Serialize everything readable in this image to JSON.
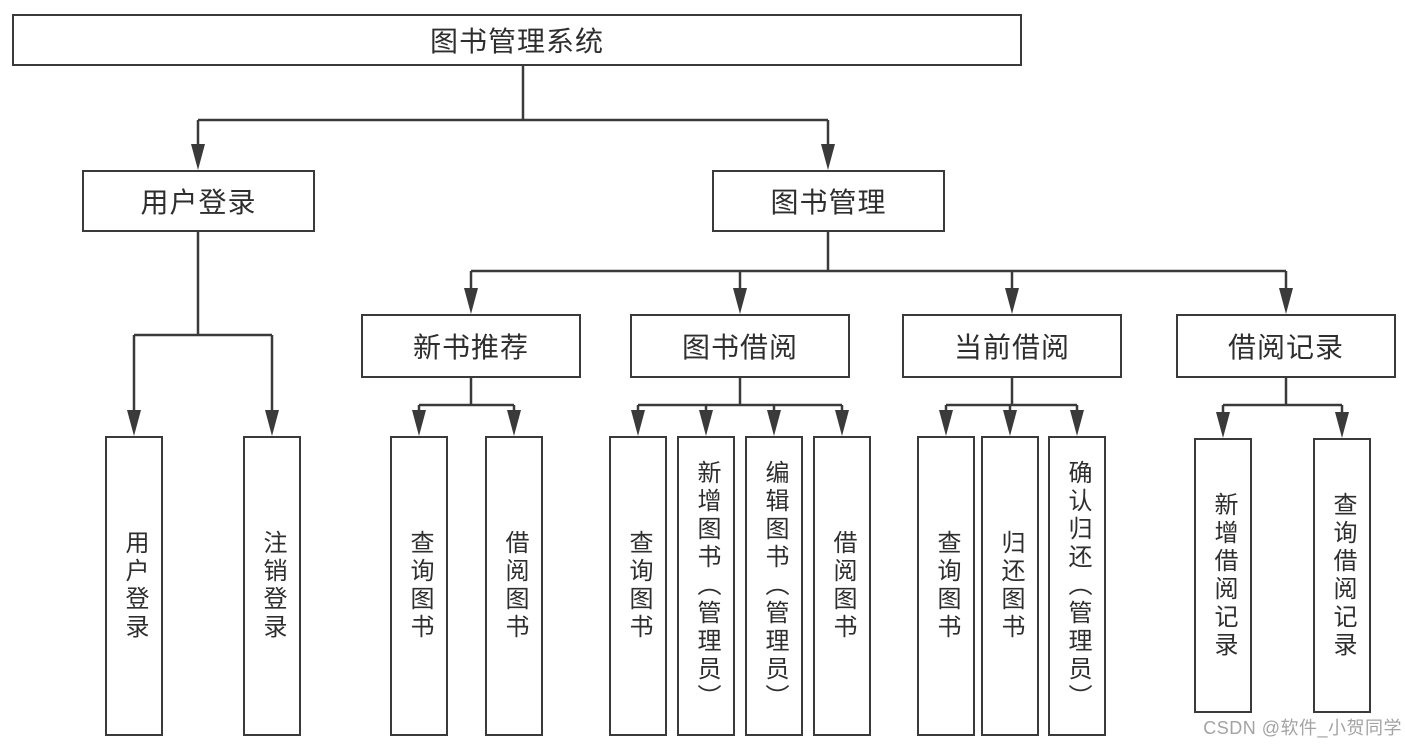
{
  "diagram": {
    "root": {
      "label": "图书管理系统"
    },
    "level2": [
      {
        "label": "用户登录"
      },
      {
        "label": "图书管理"
      }
    ],
    "level3": [
      {
        "label": "新书推荐"
      },
      {
        "label": "图书借阅"
      },
      {
        "label": "当前借阅"
      },
      {
        "label": "借阅记录"
      }
    ],
    "leaves": {
      "user_login": [
        {
          "label": "用户登录"
        },
        {
          "label": "注销登录"
        }
      ],
      "new_book": [
        {
          "label": "查询图书"
        },
        {
          "label": "借阅图书"
        }
      ],
      "book_borrow": [
        {
          "label": "查询图书"
        },
        {
          "label": "新增图书（管理员）"
        },
        {
          "label": "编辑图书（管理员）"
        },
        {
          "label": "借阅图书"
        }
      ],
      "current_borrow": [
        {
          "label": "查询图书"
        },
        {
          "label": "归还图书"
        },
        {
          "label": "确认归还（管理员）"
        }
      ],
      "borrow_record": [
        {
          "label": "新增借阅记录"
        },
        {
          "label": "查询借阅记录"
        }
      ]
    },
    "watermark": "CSDN @软件_小贺同学",
    "colors": {
      "line": "#3a3a3a",
      "text": "#2e2e2e",
      "background": "#ffffff",
      "watermark": "#a3a3a3"
    }
  }
}
